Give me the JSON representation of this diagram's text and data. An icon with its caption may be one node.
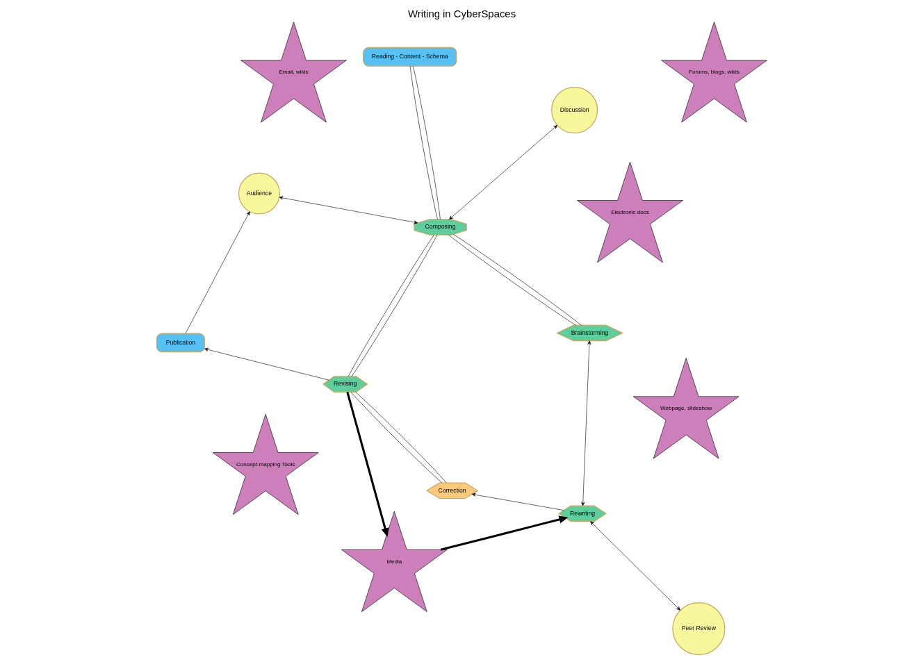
{
  "diagram": {
    "title": "Writing in CyberSpaces",
    "nodes": [
      {
        "text": [
          "Electronic docs"
        ]
      },
      {
        "text": [
          "Reading - Content - Schema"
        ]
      },
      {
        "text": [
          "Composing"
        ]
      },
      {
        "text": [
          "Audience"
        ]
      },
      {
        "text": [
          "Webpage, slideshow"
        ]
      },
      {
        "text": [
          "Publication"
        ]
      },
      {
        "text": [
          "Discussion"
        ]
      },
      {
        "text": [
          "Revising"
        ]
      },
      {
        "text": [
          "Forums, blogs, wikis"
        ]
      },
      {
        "text": [
          "Media"
        ]
      },
      {
        "text": [
          "Correction"
        ]
      },
      {
        "text": [
          "Email, wikis"
        ]
      },
      {
        "text": [
          "Brainstorming"
        ]
      },
      {
        "text": [
          "Rewriting"
        ]
      },
      {
        "text": [
          "Peer Review"
        ]
      },
      {
        "text": [
          "Concept-mapping Tools"
        ]
      }
    ],
    "edges": [
      {
        "from": 1,
        "to": 2,
        "arrow": "none"
      },
      {
        "from": 1,
        "to": 2,
        "arrow": "none"
      },
      {
        "from": 2,
        "to": 3,
        "arrow": "both"
      },
      {
        "from": 5,
        "to": 3,
        "arrow": "to"
      },
      {
        "from": 7,
        "to": 5,
        "arrow": "to"
      },
      {
        "from": 2,
        "to": 6,
        "arrow": "both"
      },
      {
        "from": 2,
        "to": 7,
        "arrow": "none"
      },
      {
        "from": 2,
        "to": 7,
        "arrow": "none"
      },
      {
        "from": 7,
        "to": 10,
        "arrow": "none"
      },
      {
        "from": 7,
        "to": 10,
        "arrow": "none"
      },
      {
        "from": 7,
        "to": 9,
        "arrow": "to",
        "style": "thick"
      },
      {
        "from": 9,
        "to": 13,
        "arrow": "to",
        "style": "thick"
      },
      {
        "from": 2,
        "to": 12,
        "arrow": "none"
      },
      {
        "from": 2,
        "to": 12,
        "arrow": "none"
      },
      {
        "from": 12,
        "to": 13,
        "arrow": "both"
      },
      {
        "from": 13,
        "to": 10,
        "arrow": "to"
      },
      {
        "from": 13,
        "to": 14,
        "arrow": "both"
      }
    ]
  }
}
